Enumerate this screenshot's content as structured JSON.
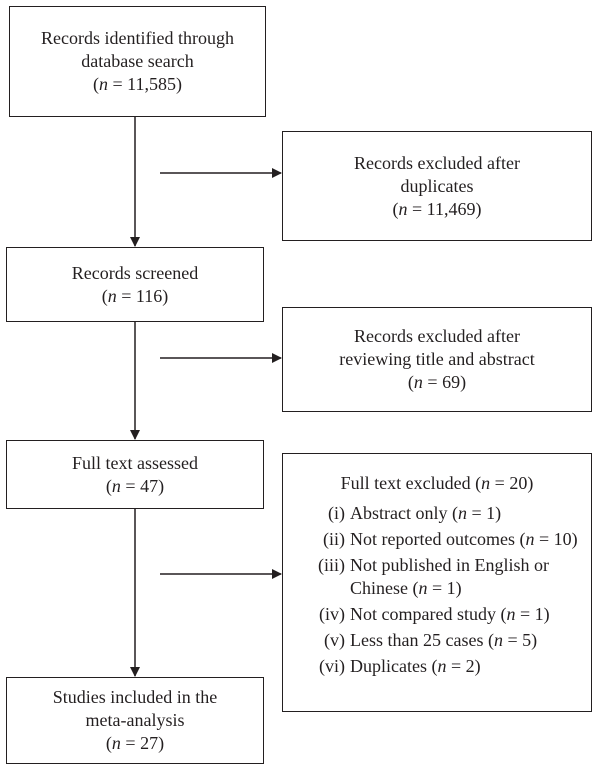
{
  "flow": {
    "identified": {
      "lines": [
        "Records identified through",
        "database search"
      ],
      "count": "11,585"
    },
    "duplicates_excluded": {
      "lines": [
        "Records excluded after",
        "duplicates"
      ],
      "count": "11,469"
    },
    "screened": {
      "lines": [
        "Records screened"
      ],
      "count": "116"
    },
    "title_abstract_excluded": {
      "lines": [
        "Records excluded after",
        "reviewing title and abstract"
      ],
      "count": "69"
    },
    "full_text_assessed": {
      "lines": [
        "Full text assessed"
      ],
      "count": "47"
    },
    "full_text_excluded": {
      "title": "Full text excluded",
      "count": "20",
      "reasons": [
        {
          "numeral": "(i)",
          "lines": [
            "Abstract only"
          ],
          "count": "1"
        },
        {
          "numeral": "(ii)",
          "lines": [
            "Not reported outcomes"
          ],
          "count": "10"
        },
        {
          "numeral": "(iii)",
          "lines": [
            "Not published in English or",
            "Chinese"
          ],
          "count": "1"
        },
        {
          "numeral": "(iv)",
          "lines": [
            "Not compared study"
          ],
          "count": "1"
        },
        {
          "numeral": "(v)",
          "lines": [
            "Less than 25 cases"
          ],
          "count": "5"
        },
        {
          "numeral": "(vi)",
          "lines": [
            "Duplicates"
          ],
          "count": "2"
        }
      ]
    },
    "included": {
      "lines": [
        "Studies included in the",
        "meta-analysis"
      ],
      "count": "27"
    }
  }
}
